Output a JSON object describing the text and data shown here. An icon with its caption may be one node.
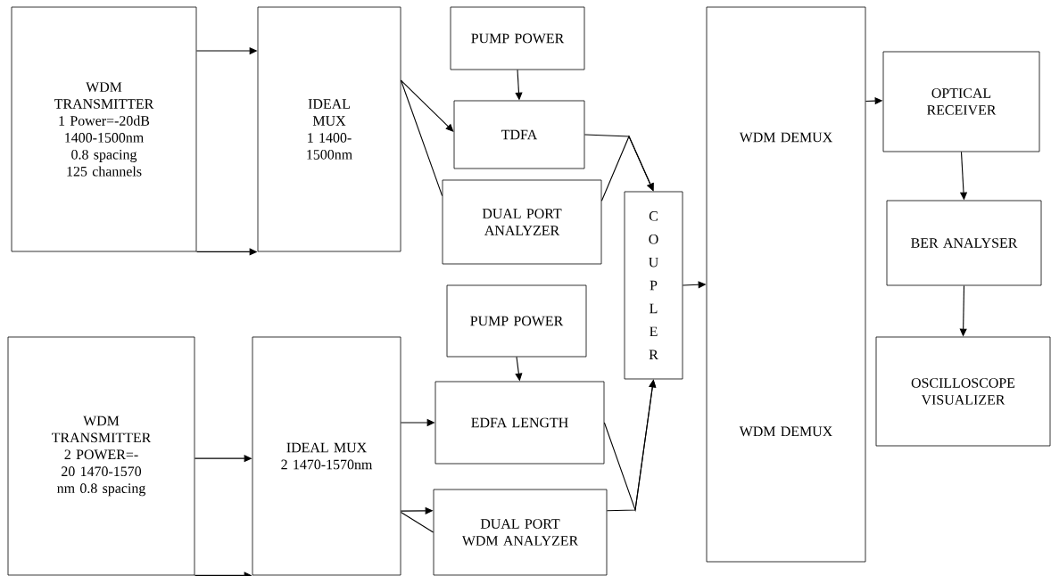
{
  "diagram": {
    "nodes": [
      {
        "text": [
          "WDM TRANSMITTER 1 Power=-20dB 1400-1500nm 0.8 spacing 125 channels"
        ]
      },
      {
        "text": [
          "IDEAL MUX 1 1400-1500nm"
        ]
      },
      {
        "text": [
          "PUMP POWER"
        ]
      },
      {
        "text": [
          "TDFA"
        ]
      },
      {
        "text": [
          "DUAL PORT ANALYZER"
        ]
      },
      {
        "text": [
          "C O U P L E R"
        ]
      },
      {
        "text": [
          "WDM DEMUX",
          "WDM DEMUX"
        ]
      },
      {
        "text": [
          "OPTICAL RECEIVER"
        ]
      },
      {
        "text": [
          "BER ANALYSER"
        ]
      },
      {
        "text": [
          "OSCILLOSCOPE VISUALIZER"
        ]
      },
      {
        "text": [
          "WDM TRANSMITTER 2 POWER=-20 1470-1570 nm 0.8 spacing"
        ]
      },
      {
        "text": [
          "IDEAL MUX 2 1470-1570nm"
        ]
      },
      {
        "text": [
          "PUMP POWER"
        ]
      },
      {
        "text": [
          "EDFA LENGTH"
        ]
      },
      {
        "text": [
          "DUAL PORT WDM ANALYZER"
        ]
      }
    ],
    "edges": [
      {
        "from": 0,
        "to": 1,
        "arrow": "to"
      },
      {
        "from": 0,
        "to": 1,
        "arrow": "to"
      },
      {
        "from": 1,
        "to": 3,
        "arrow": "to"
      },
      {
        "from": 1,
        "to": 4,
        "arrow": "none"
      },
      {
        "from": 2,
        "to": 3,
        "arrow": "to"
      },
      {
        "from": 3,
        "to": 5,
        "arrow": "to"
      },
      {
        "from": 4,
        "to": 5,
        "arrow": "to"
      },
      {
        "from": 5,
        "to": 6,
        "arrow": "to"
      },
      {
        "from": 6,
        "to": 7,
        "arrow": "to"
      },
      {
        "from": 7,
        "to": 8,
        "arrow": "to"
      },
      {
        "from": 8,
        "to": 9,
        "arrow": "to"
      },
      {
        "from": 10,
        "to": 11,
        "arrow": "to"
      },
      {
        "from": 10,
        "to": 11,
        "arrow": "to"
      },
      {
        "from": 11,
        "to": 13,
        "arrow": "to"
      },
      {
        "from": 11,
        "to": 14,
        "arrow": "to"
      },
      {
        "from": 11,
        "to": 14,
        "arrow": "none"
      },
      {
        "from": 13,
        "to": 5,
        "arrow": "to"
      },
      {
        "from": 14,
        "to": 5,
        "arrow": "to"
      },
      {
        "from": 12,
        "to": 13,
        "arrow": "to"
      }
    ]
  }
}
